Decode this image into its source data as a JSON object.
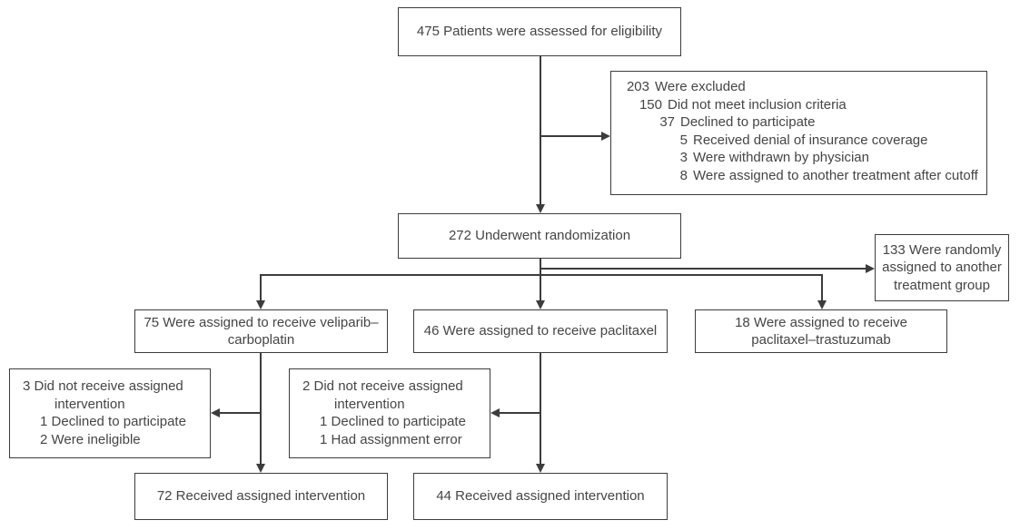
{
  "colors": {
    "background": "#ffffff",
    "line": "#3c3c3c",
    "text": "#454545"
  },
  "flowchart": {
    "eligibility": {
      "text": "475 Patients were assessed for eligibility"
    },
    "excluded": {
      "lines": [
        {
          "num": "203",
          "text": "Were excluded"
        },
        {
          "num": "150",
          "text": "Did not meet inclusion criteria"
        },
        {
          "num": "37",
          "text": "Declined to participate"
        },
        {
          "num": "5",
          "text": "Received denial of insurance coverage"
        },
        {
          "num": "3",
          "text": "Were withdrawn by physician"
        },
        {
          "num": "8",
          "text": "Were assigned to another treatment after cutoff"
        }
      ]
    },
    "randomization": {
      "text": "272 Underwent randomization"
    },
    "another_group": {
      "text": "133 Were randomly assigned to another treatment group"
    },
    "arm_veliparib": {
      "text": "75 Were assigned to receive veliparib–carboplatin"
    },
    "arm_paclitaxel": {
      "text": "46 Were assigned to receive paclitaxel"
    },
    "arm_trastuzumab": {
      "text": "18 Were assigned to receive paclitaxel–trastuzumab"
    },
    "dropout_veliparib": {
      "main": {
        "num": "3",
        "text": "Did not receive assigned intervention"
      },
      "sub": [
        {
          "num": "1",
          "text": "Declined to participate"
        },
        {
          "num": "2",
          "text": "Were ineligible"
        }
      ]
    },
    "dropout_paclitaxel": {
      "main": {
        "num": "2",
        "text": "Did not receive assigned intervention"
      },
      "sub": [
        {
          "num": "1",
          "text": "Declined to participate"
        },
        {
          "num": "1",
          "text": "Had assignment error"
        }
      ]
    },
    "received_veliparib": {
      "text": "72 Received assigned intervention"
    },
    "received_paclitaxel": {
      "text": "44 Received assigned intervention"
    }
  }
}
